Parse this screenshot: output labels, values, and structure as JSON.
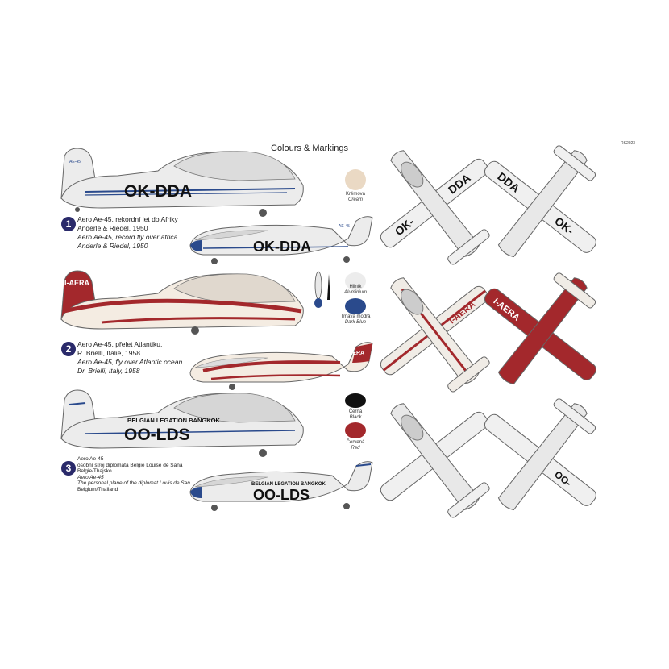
{
  "header": {
    "title": "Colours & Markings",
    "code": "RK2023"
  },
  "swatches": [
    {
      "name_cz": "Krémová",
      "name_en": "Cream",
      "color": "#ead9c4"
    },
    {
      "name_cz": "Hliník",
      "name_en": "Aluminium",
      "color": "#ececec"
    },
    {
      "name_cz": "Tmavá modrá",
      "name_en": "Dark Blue",
      "color": "#2a4a8c"
    },
    {
      "name_cz": "Černá",
      "name_en": "Black",
      "color": "#111111"
    },
    {
      "name_cz": "Červená",
      "name_en": "Red",
      "color": "#a3282c"
    }
  ],
  "schemes": [
    {
      "number": "1",
      "cz_line1": "Aero Ae-45, rekordní let do Afriky",
      "cz_line2": "Anderle & Riedel, 1950",
      "en_line1": "Aero Ae-45, record fly over africa",
      "en_line2": "Anderle & Riedel, 1950",
      "registration": "OK-DDA",
      "fin_text": "AE-45",
      "wing_top": "OK-",
      "wing_bottom": "DDA"
    },
    {
      "number": "2",
      "cz_line1": "Aero Ae-45, přelet Atlantiku,",
      "cz_line2": "R. Brielli, Itálie, 1958",
      "en_line1": "Aero Ae-45, fly over Atlantic ocean",
      "en_line2": "Dr. Brielli, Italy, 1958",
      "registration": "I-AERA"
    },
    {
      "number": "3",
      "cz_line1": "Aero Ae-45",
      "cz_line2": "osobní stroj diplomata Belgie Louise de Sana",
      "cz_line3": "Belgie/Thajsko",
      "en_line1": "Aero Ae-45",
      "en_line2": "The personal plane of the diplomat Louis de San",
      "en_line3": "Belgium/Thailand",
      "registration": "OO-LDS",
      "canopy_text": "BELGIAN LEGATION BANGKOK",
      "wing_bottom": "OO-"
    }
  ]
}
